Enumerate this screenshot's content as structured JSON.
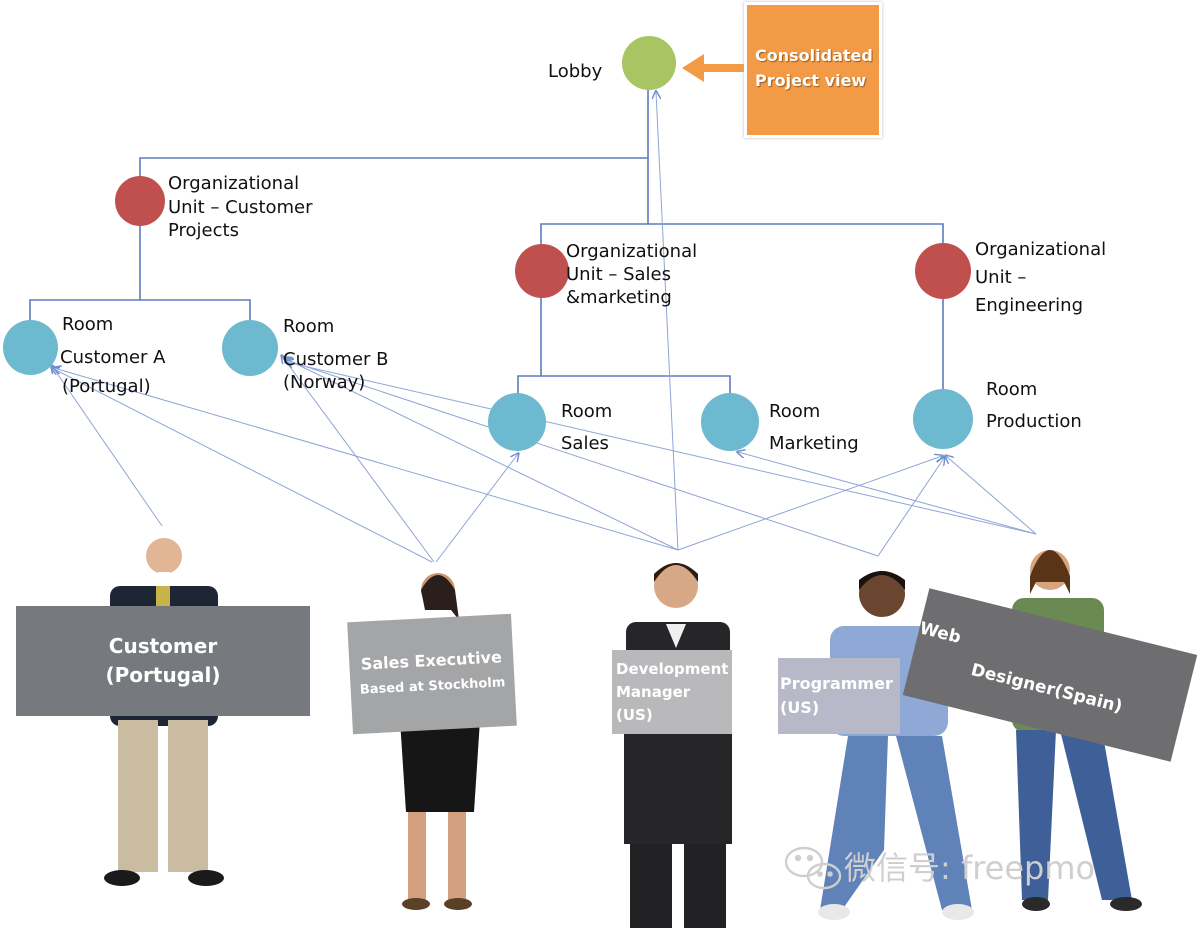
{
  "lobby": {
    "label": "Lobby"
  },
  "consolidated": {
    "line1": "Consolidated",
    "line2": "Project view"
  },
  "org_units": [
    {
      "lines": [
        "Organizational",
        "Unit – Customer",
        "Projects"
      ]
    },
    {
      "lines": [
        "Organizational",
        "Unit – Sales",
        "&marketing"
      ]
    },
    {
      "lines": [
        "Organizational",
        "Unit –",
        "Engineering"
      ]
    }
  ],
  "rooms": [
    {
      "line1": "Room",
      "line2": "Customer A",
      "line3": "(Portugal)"
    },
    {
      "line1": "Room",
      "line2": "Customer B",
      "line3": "(Norway)"
    },
    {
      "line1": "Room",
      "line2": "Sales"
    },
    {
      "line1": "Room",
      "line2": "Marketing"
    },
    {
      "line1": "Room",
      "line2": "Production"
    }
  ],
  "people": [
    {
      "sign": [
        "Customer",
        "(Portugal)"
      ],
      "sign_color": "#76797d"
    },
    {
      "sign": [
        "Sales Executive",
        "Based at Stockholm"
      ],
      "sign_color": "#a4a5a7"
    },
    {
      "sign": [
        "Development",
        "Manager",
        "(US)"
      ],
      "sign_color": "#b9b9bc"
    },
    {
      "sign": [
        "Programmer",
        "(US)"
      ],
      "sign_color": "#b8b9c8"
    },
    {
      "sign": [
        "Web",
        "Designer(Spain)"
      ],
      "sign_color": "#6e6e70"
    }
  ],
  "watermark": {
    "icon": "wechat-icon",
    "text": "微信号: freepmo"
  },
  "colors": {
    "lobby": "#a9c563",
    "org_unit": "#c0504d",
    "room": "#6db9cf",
    "consolidated_box": "#f29a45",
    "tree_line": "#5b7bbf",
    "arrow": "#8ea5d6"
  }
}
